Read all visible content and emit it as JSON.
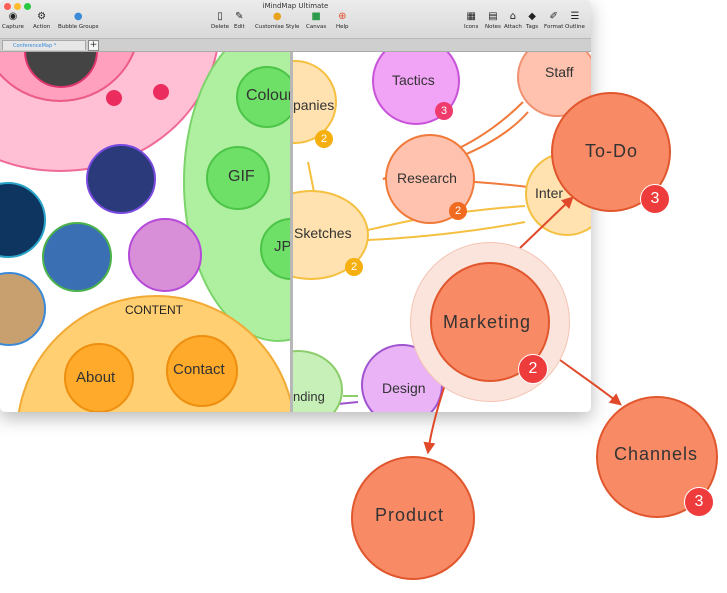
{
  "window": {
    "title": "iMindMap Ultimate"
  },
  "toolbar": {
    "capture": "Capture",
    "action": "Action",
    "bubble_groups": "Bubble Groups",
    "delete": "Delete",
    "edit": "Edit",
    "customise_style": "Customise Style",
    "canvas": "Canvas",
    "help": "Help",
    "icons": "Icons",
    "notes": "Notes",
    "attach": "Attach",
    "tags": "Tags",
    "format": "Format",
    "outline": "Outline"
  },
  "tabs": {
    "active": "ConferenceMap *"
  },
  "left_map": {
    "content": "CONTENT",
    "about": "About",
    "contact": "Contact",
    "colour": "Colour",
    "gif": "GIF",
    "jp": "JP"
  },
  "right_map": {
    "tactics": "Tactics",
    "tactics_badge": "3",
    "staff": "Staff",
    "companies": "panies",
    "companies_badge": "2",
    "research": "Research",
    "research_badge": "2",
    "inter": "Inter",
    "sketches": "Sketches",
    "sketches_badge": "2",
    "design": "Design",
    "branding": "nding"
  },
  "overlay": {
    "todo": "To-Do",
    "todo_badge": "3",
    "marketing": "Marketing",
    "marketing_badge": "2",
    "channels": "Channels",
    "channels_badge": "3",
    "product": "Product"
  },
  "colors": {
    "node_orange": "#f98a66",
    "node_stroke": "#e0572e",
    "badge": "#ee3b3b",
    "arrow": "#e0492a"
  }
}
